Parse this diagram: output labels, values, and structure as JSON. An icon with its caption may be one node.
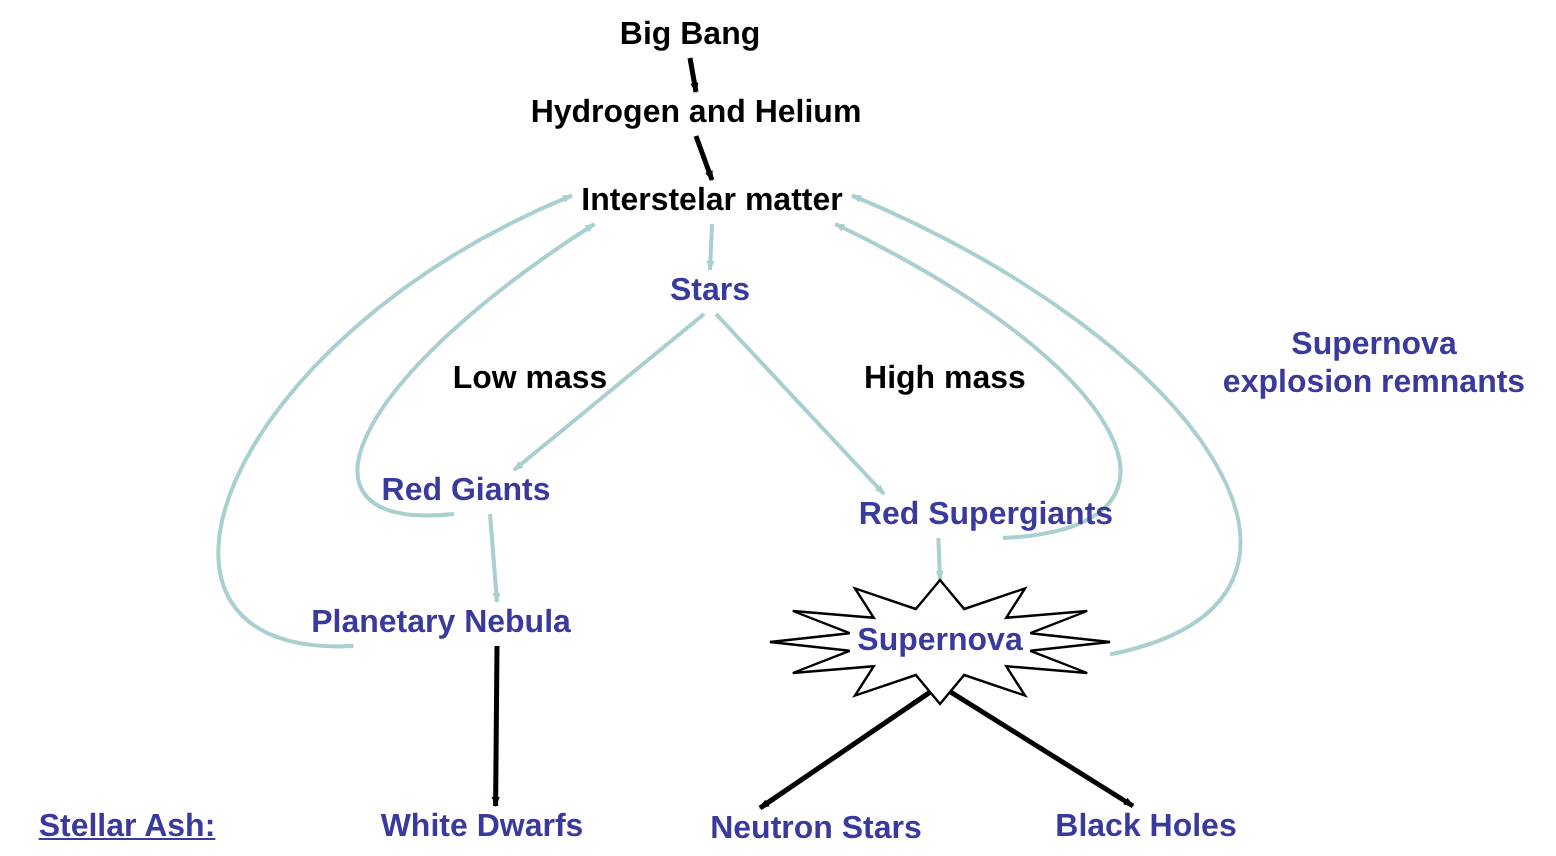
{
  "diagram": {
    "nodes": [
      {
        "text": [
          "Big Bang"
        ]
      },
      {
        "text": [
          "Hydrogen and Helium"
        ]
      },
      {
        "text": [
          "Interstelar matter"
        ]
      },
      {
        "text": [
          "Stars"
        ]
      },
      {
        "text": [
          "Red Giants"
        ]
      },
      {
        "text": [
          "Red Supergiants"
        ]
      },
      {
        "text": [
          "Planetary Nebula"
        ]
      },
      {
        "text": [
          "Supernova"
        ]
      },
      {
        "text": [
          "White Dwarfs"
        ]
      },
      {
        "text": [
          "Neutron Stars"
        ]
      },
      {
        "text": [
          "Black Holes"
        ]
      }
    ],
    "edges": [
      {
        "from": 0,
        "to": 1,
        "arrow": "to",
        "color": "#000000"
      },
      {
        "from": 1,
        "to": 2,
        "arrow": "to",
        "color": "#000000"
      },
      {
        "from": 2,
        "to": 3,
        "arrow": "to"
      },
      {
        "from": 3,
        "to": 4,
        "arrow": "to"
      },
      {
        "from": 3,
        "to": 5,
        "arrow": "to"
      },
      {
        "from": 4,
        "to": 6,
        "arrow": "to"
      },
      {
        "from": 5,
        "to": 7,
        "arrow": "to"
      },
      {
        "from": 6,
        "to": 8,
        "arrow": "to",
        "color": "#000000"
      },
      {
        "from": 7,
        "to": 9,
        "arrow": "to",
        "color": "#000000"
      },
      {
        "from": 7,
        "to": 10,
        "arrow": "to",
        "color": "#000000"
      },
      {
        "from": 4,
        "to": 2,
        "arrow": "to"
      },
      {
        "from": 6,
        "to": 2,
        "arrow": "to"
      },
      {
        "from": 5,
        "to": 2,
        "arrow": "to"
      },
      {
        "from": 7,
        "to": 2,
        "arrow": "to"
      }
    ],
    "labels": [
      "Low mass",
      "High mass",
      "Supernova explosion remnants",
      "Stellar Ash:"
    ]
  }
}
